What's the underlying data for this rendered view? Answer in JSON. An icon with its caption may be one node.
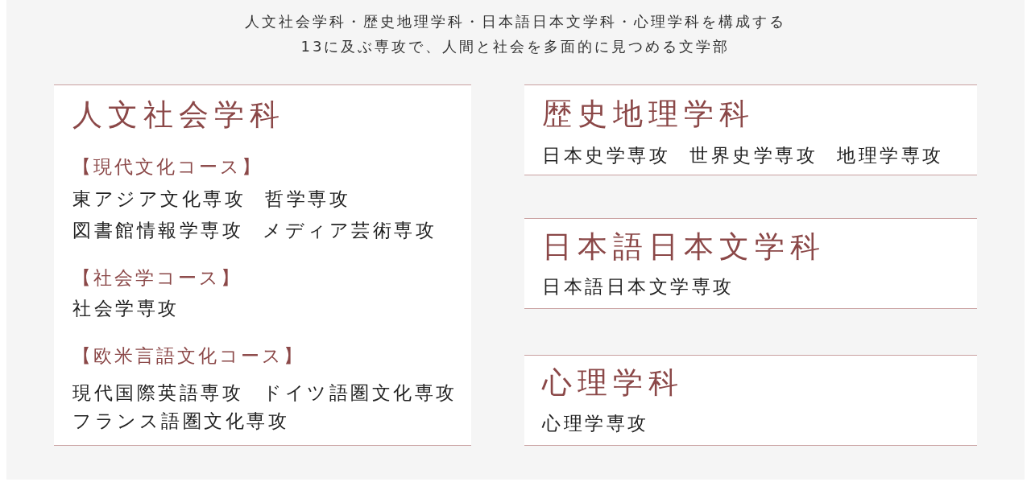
{
  "diagram": {
    "title": "人文社会学科・歴史地理学科・日本語日本文学科・心理学科を構成する13に及ぶ専攻で、人間と社会を多面的に見つめる文学部",
    "nodes": [
      {
        "text": [
          "人文社会学科",
          "【現代文化コース】",
          "東アジア文化専攻",
          "哲学専攻",
          "図書館情報学専攻",
          "メディア芸術専攻",
          "【社会学コース】",
          "社会学専攻",
          "【欧米言語文化コース】",
          "現代国際英語専攻",
          "ドイツ語圏文化専攻",
          "フランス語圏文化専攻"
        ]
      },
      {
        "text": [
          "歴史地理学科",
          "日本史学専攻",
          "世界史学専攻",
          "地理学専攻"
        ]
      },
      {
        "text": [
          "日本語日本文学科",
          "日本語日本文学専攻"
        ]
      },
      {
        "text": [
          "心理学科",
          "心理学専攻"
        ]
      }
    ]
  }
}
